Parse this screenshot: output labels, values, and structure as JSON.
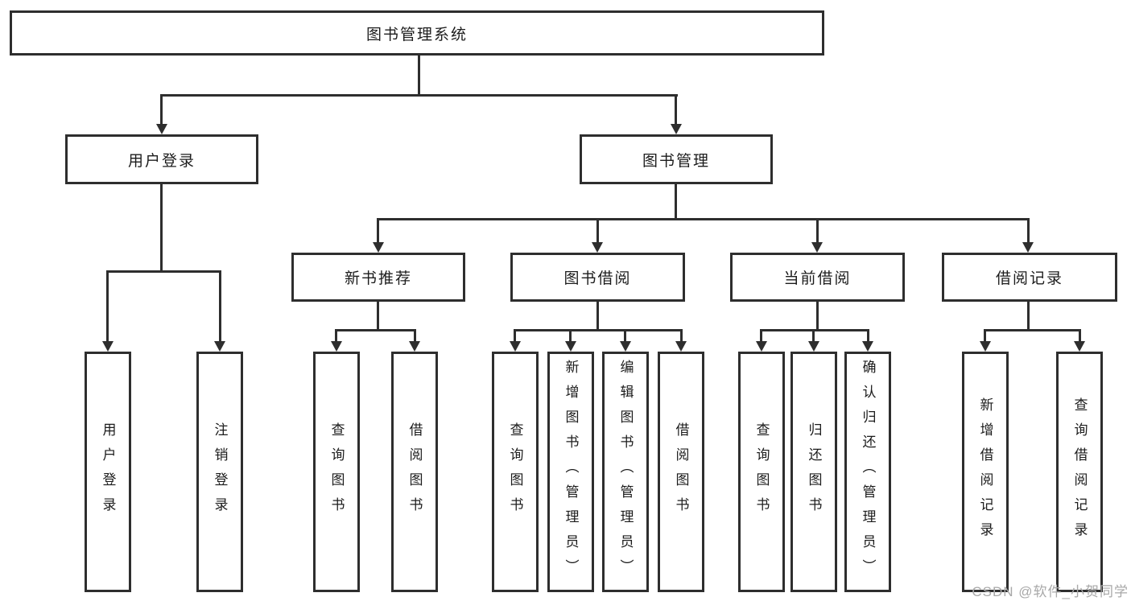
{
  "root": {
    "label": "图书管理系统"
  },
  "level2": {
    "user_login": {
      "label": "用户登录"
    },
    "book_management": {
      "label": "图书管理"
    }
  },
  "level3": {
    "new_book_recommend": {
      "label": "新书推荐"
    },
    "book_borrow": {
      "label": "图书借阅"
    },
    "current_borrow": {
      "label": "当前借阅"
    },
    "borrow_record": {
      "label": "借阅记录"
    }
  },
  "leaves": {
    "user_login": {
      "label": "用户登录"
    },
    "logout": {
      "label": "注销登录"
    },
    "recommend_query_book": {
      "label": "查询图书"
    },
    "recommend_borrow_book": {
      "label": "借阅图书"
    },
    "borrow_query_book": {
      "label": "查询图书"
    },
    "borrow_add_book_admin": {
      "label": "新增图书（管理员）"
    },
    "borrow_edit_book_admin": {
      "label": "编辑图书（管理员）"
    },
    "borrow_borrow_book": {
      "label": "借阅图书"
    },
    "current_query_book": {
      "label": "查询图书"
    },
    "current_return_book": {
      "label": "归还图书"
    },
    "current_confirm_return_admin": {
      "label": "确认归还（管理员）"
    },
    "record_add": {
      "label": "新增借阅记录"
    },
    "record_query": {
      "label": "查询借阅记录"
    }
  },
  "watermark": {
    "text": "CSDN @软件_小贺同学"
  },
  "colors": {
    "line": "#2e2e2e",
    "box_border": "#2e2e2e",
    "box_fill": "#ffffff",
    "text": "#1c1c1c",
    "watermark": "#a8a8a8",
    "background": "#ffffff"
  }
}
